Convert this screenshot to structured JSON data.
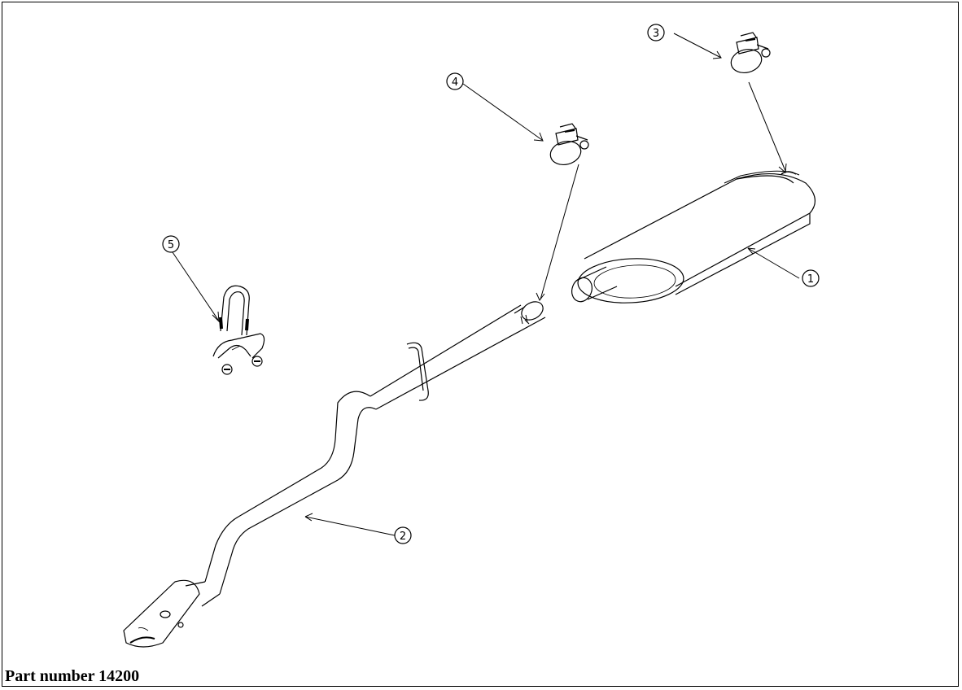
{
  "caption": "Part number 14200",
  "callouts": [
    "1",
    "2",
    "3",
    "4",
    "5"
  ],
  "parts": [
    {
      "callout": "1",
      "icon": "muffler-icon"
    },
    {
      "callout": "2",
      "icon": "tailpipe-icon"
    },
    {
      "callout": "3",
      "icon": "band-clamp-icon"
    },
    {
      "callout": "4",
      "icon": "band-clamp-icon"
    },
    {
      "callout": "5",
      "icon": "u-bolt-clamp-icon"
    }
  ],
  "colors": {
    "line": "#000000",
    "background": "#ffffff"
  }
}
